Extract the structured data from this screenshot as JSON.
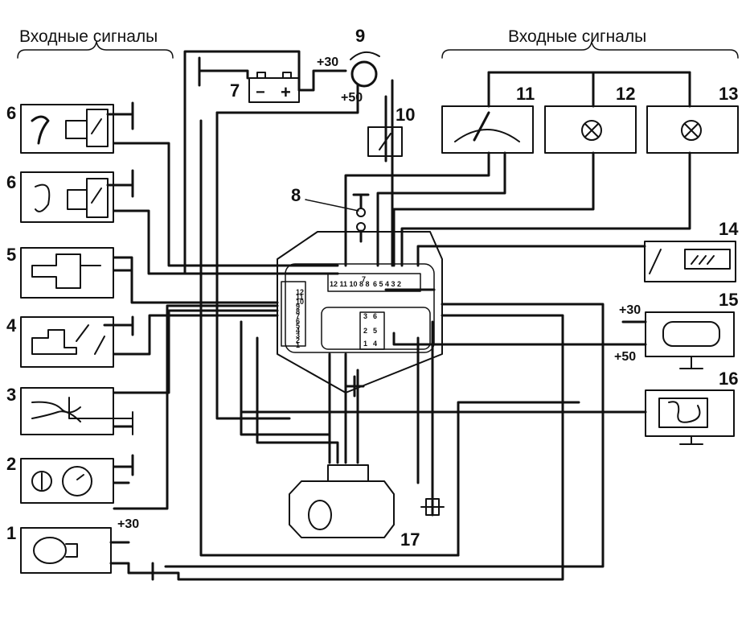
{
  "header": {
    "left_caption": "Входные сигналы",
    "right_caption": "Входные сигналы"
  },
  "components": [
    {
      "label": "1"
    },
    {
      "label": "2"
    },
    {
      "label": "3"
    },
    {
      "label": "4"
    },
    {
      "label": "5"
    },
    {
      "label": "6"
    },
    {
      "label": "6"
    },
    {
      "label": "7"
    },
    {
      "label": "8"
    },
    {
      "label": "9"
    },
    {
      "label": "10"
    },
    {
      "label": "11"
    },
    {
      "label": "12"
    },
    {
      "label": "13"
    },
    {
      "label": "14"
    },
    {
      "label": "15"
    },
    {
      "label": "16"
    },
    {
      "label": "17"
    }
  ],
  "power": {
    "switch_30": "+30",
    "switch_50": "+50",
    "sensor1_30": "+30",
    "starter_30": "+30",
    "starter_50": "+50"
  },
  "battery": {
    "minus": "−",
    "plus": "+"
  },
  "connector_pins": {
    "left": [
      "1",
      "2",
      "3",
      "4",
      "5",
      "6",
      "7",
      "8",
      "9",
      "10",
      "11",
      "12"
    ],
    "top_left": "12 11 10 8 8",
    "top_mid": "7",
    "top_right": "6 5 4 3 2",
    "relay": [
      "6",
      "5",
      "4",
      "3",
      "2",
      "1"
    ]
  }
}
